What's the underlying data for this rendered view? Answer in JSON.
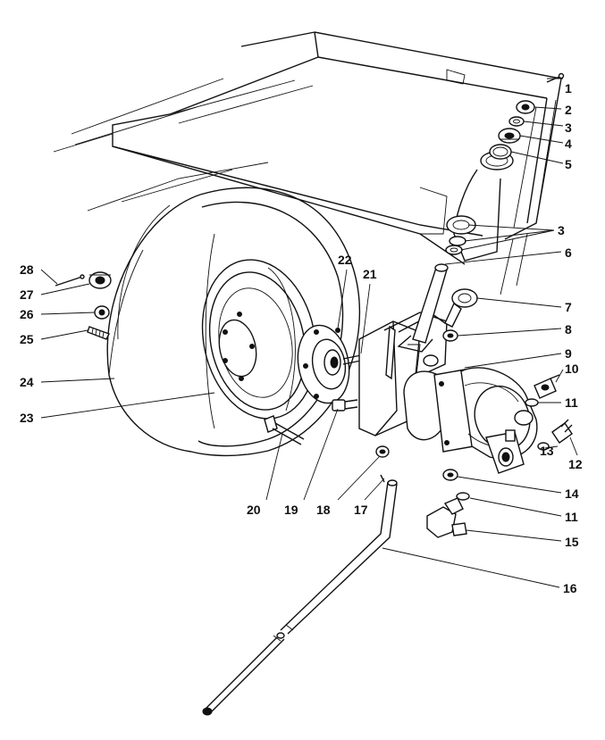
{
  "callouts": [
    {
      "id": "c1",
      "text": "1"
    },
    {
      "id": "c2",
      "text": "2"
    },
    {
      "id": "c3a",
      "text": "3"
    },
    {
      "id": "c4",
      "text": "4"
    },
    {
      "id": "c5",
      "text": "5"
    },
    {
      "id": "c3b",
      "text": "3"
    },
    {
      "id": "c6",
      "text": "6"
    },
    {
      "id": "c7",
      "text": "7"
    },
    {
      "id": "c8",
      "text": "8"
    },
    {
      "id": "c9",
      "text": "9"
    },
    {
      "id": "c10",
      "text": "10"
    },
    {
      "id": "c11a",
      "text": "11"
    },
    {
      "id": "c12",
      "text": "12"
    },
    {
      "id": "c13",
      "text": "13"
    },
    {
      "id": "c14",
      "text": "14"
    },
    {
      "id": "c11b",
      "text": "11"
    },
    {
      "id": "c15",
      "text": "15"
    },
    {
      "id": "c16",
      "text": "16"
    },
    {
      "id": "c17",
      "text": "17"
    },
    {
      "id": "c18",
      "text": "18"
    },
    {
      "id": "c19",
      "text": "19"
    },
    {
      "id": "c20",
      "text": "20"
    },
    {
      "id": "c21",
      "text": "21"
    },
    {
      "id": "c22",
      "text": "22"
    },
    {
      "id": "c23",
      "text": "23"
    },
    {
      "id": "c24",
      "text": "24"
    },
    {
      "id": "c25",
      "text": "25"
    },
    {
      "id": "c26",
      "text": "26"
    },
    {
      "id": "c27",
      "text": "27"
    },
    {
      "id": "c28",
      "text": "28"
    }
  ]
}
